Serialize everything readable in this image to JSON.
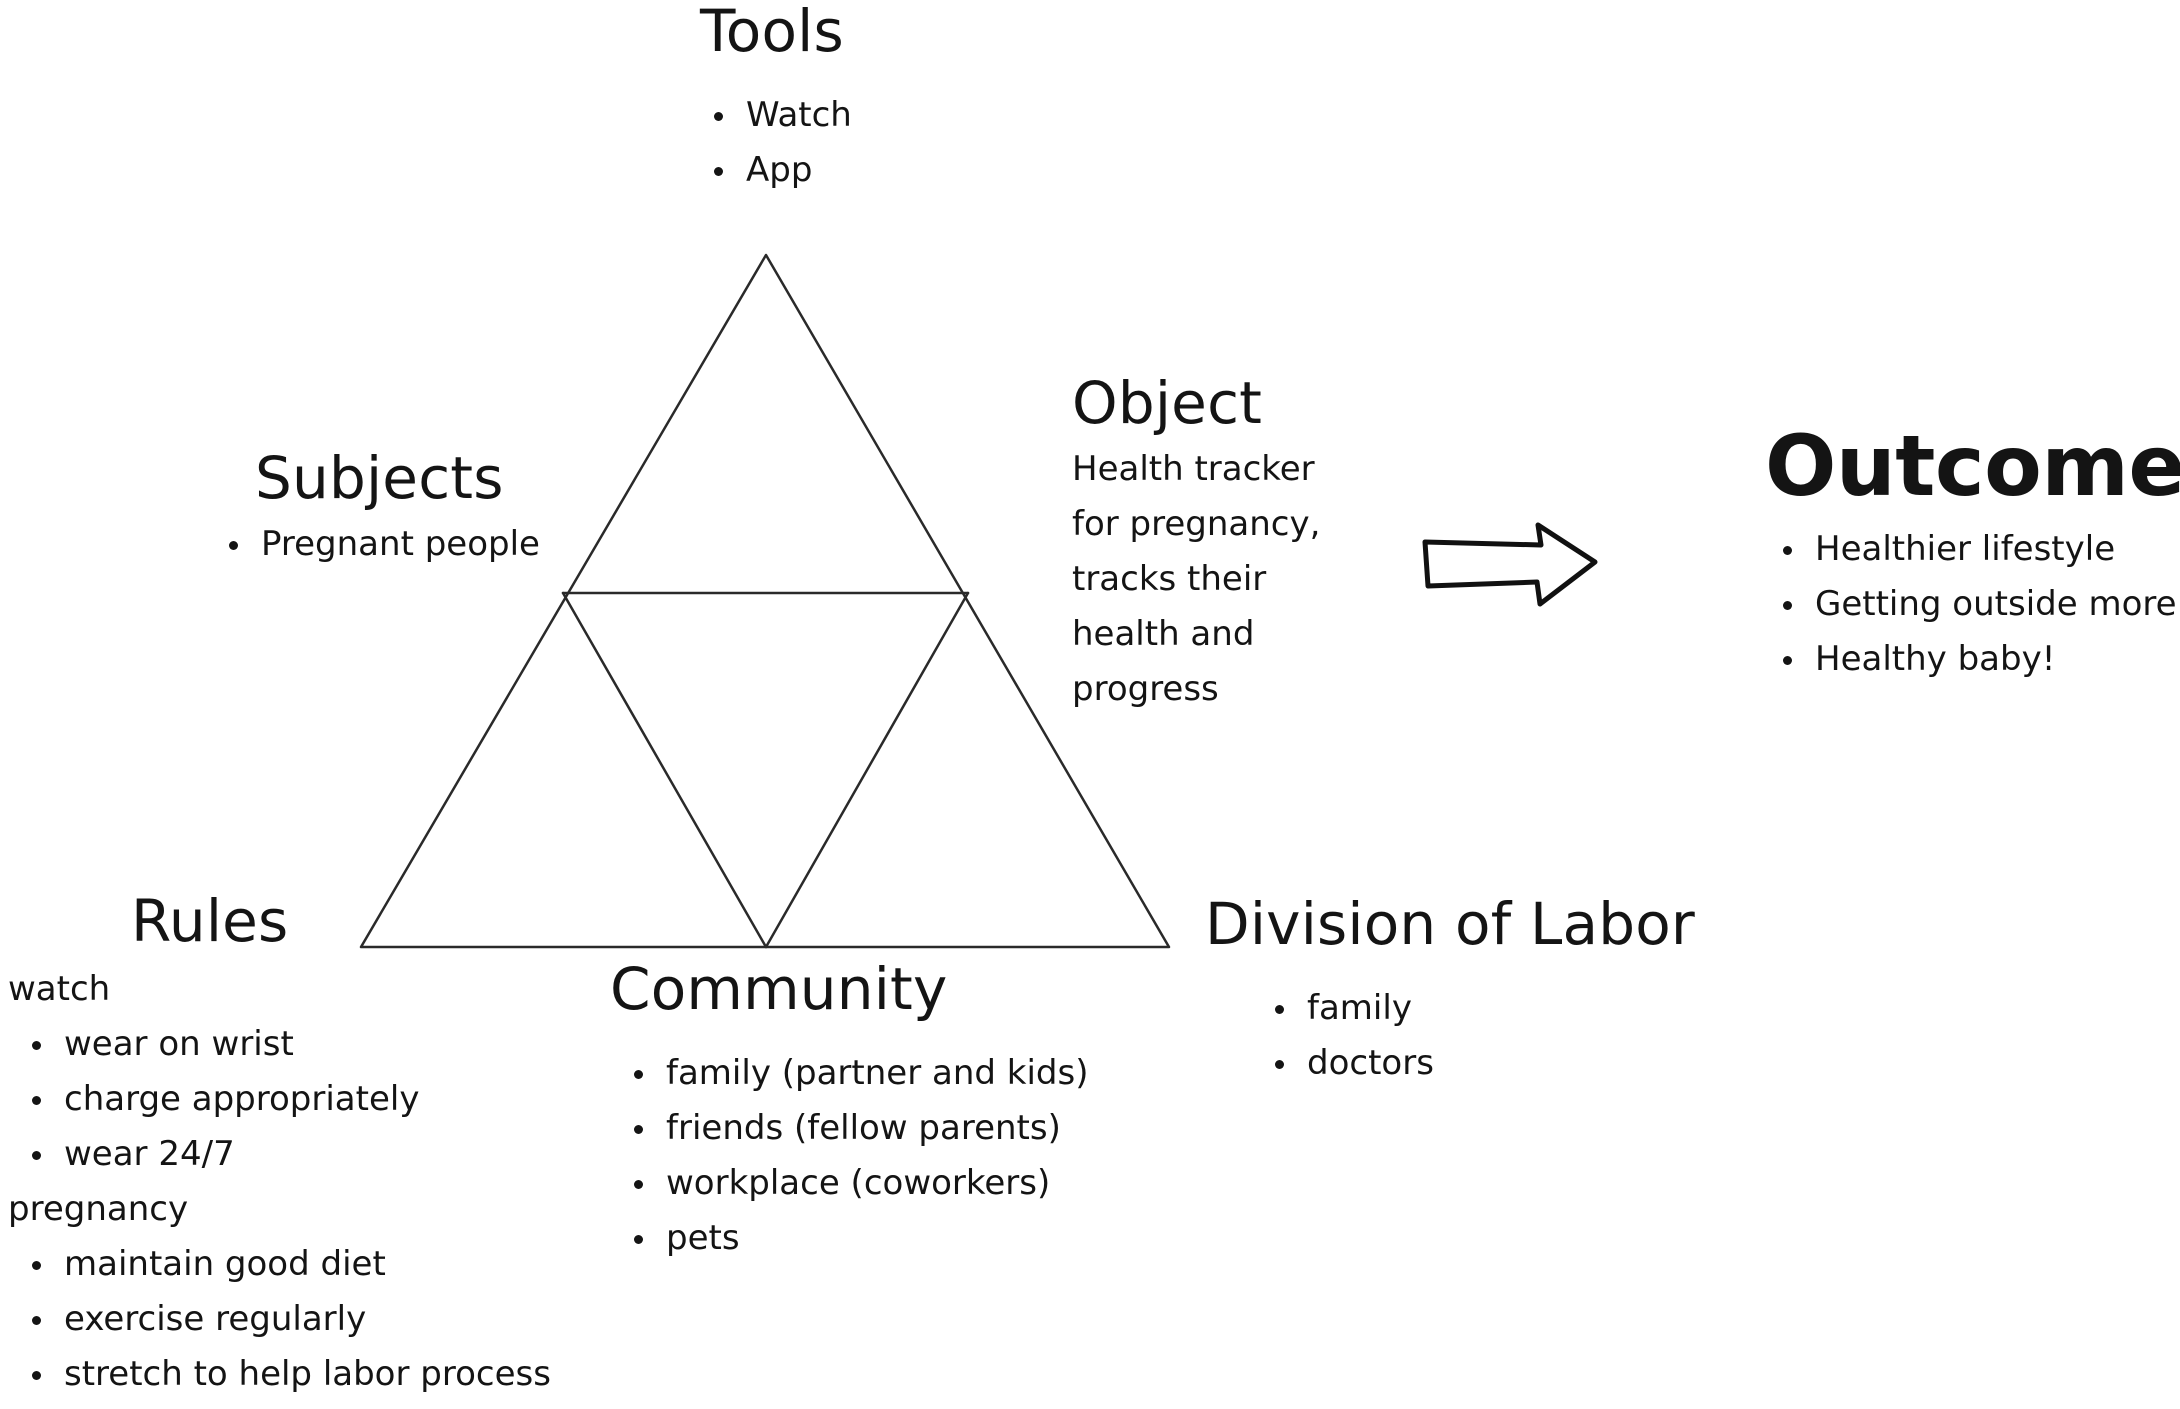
{
  "tools": {
    "title": "Tools",
    "items": [
      "Watch",
      "App"
    ]
  },
  "subjects": {
    "title": "Subjects",
    "items": [
      "Pregnant people"
    ]
  },
  "object": {
    "title": "Object",
    "lines": [
      "Health tracker",
      "for pregnancy,",
      "tracks their",
      "health and",
      "progress"
    ]
  },
  "outcome": {
    "title": "Outcome",
    "items": [
      "Healthier lifestyle",
      "Getting outside more",
      "Healthy baby!"
    ]
  },
  "rules": {
    "title": "Rules",
    "group1_label": "watch",
    "group1_items": [
      "wear on wrist",
      "charge appropriately",
      "wear 24/7"
    ],
    "group2_label": "pregnancy",
    "group2_items": [
      "maintain good diet",
      "exercise regularly",
      "stretch to help labor process"
    ]
  },
  "community": {
    "title": "Community",
    "items": [
      "family (partner and kids)",
      "friends (fellow parents)",
      "workplace (coworkers)",
      "pets"
    ]
  },
  "division": {
    "title": "Division of Labor",
    "items": [
      "family",
      "doctors"
    ]
  },
  "colors": {
    "text": "#141414",
    "stroke": "#2a2a2a",
    "background": "#ffffff"
  },
  "icons": {
    "arrow": "right-arrow-icon"
  }
}
